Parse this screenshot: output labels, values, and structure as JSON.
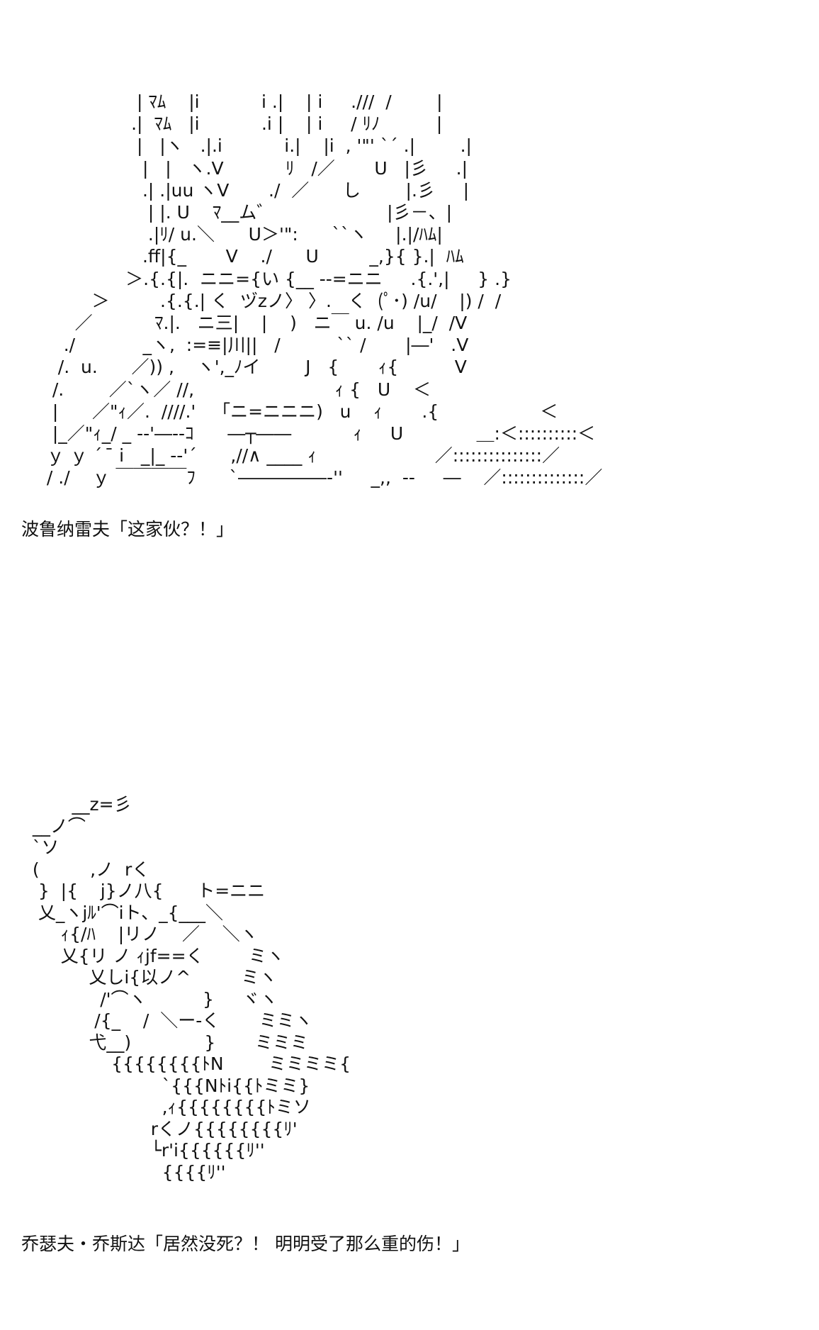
{
  "panels": [
    {
      "art": "                  | ﾏﾑ    |i           i .|    | i     .///  /        |\n                 .|  ﾏﾑ   |i           .i |    | i     / ﾘﾉ          |\n                  |   |ヽ   .|.i           i.|    |i  , '\"' `´ .|        .|\n                   |   |   ヽ.V           ﾘ   /／       U   |彡     .|\n                   .| .|uu ヽV       ./  ／      し        |.彡     |\n                    | |. U    ﾏ__ム゛                    |彡－、|\n                    .|ﾘ/ u.＼      U＞'\":      ``ヽ     |.|/ﾊﾑ|\n                   .ff|{_       V    ./      U         _,}{ }.|  ﾊﾑ\n                ＞.{.{|.  ニニ={い {__ --=ニニ     .{.',|     } .}\n          ＞         .{.{.| く  ヅzノ〉 〉.   く  (ﾟ･) /u/    |) /  /\n       ／           ﾏ.|.   ニ三|    |    )   ニ￣ u. /u    |_/  /V\n     ./            _ヽ,  :=≡|川||   /          `` /       |―'   .V\n    /.  u.      ／)) ,    ヽ',_ﾉイ        J   {       ｨ{          V\n   /.        ／`ヽ／ //,                         ｨ {   U    ＜\n   |      ／\"ｨ／.  ////.'   「ニ=ニニニ)   u    ｨ       .{                  ＜\n   |_／\"ｨ_/ _ --'―-‐ｺ      ―┬――           ｨ     U             ＿:＜::::::::::＜\n  ｙ ｙ ´  ̄ i   _|_ --'´      ,//∧ ____ ｨ                     ／:::::::::::::::／\n  / ./    ｙ ￣￣￣￣ﾌ      `―――――‐''     _,,  --     ―    ／::::::::::::::／",
      "caption": "波鲁纳雷夫「这家伙？！」"
    },
    {
      "art": "         __z=彡\n  __ノ⌒\n  `ソ\n  (         ,ノ  rく\n   }  |{    j}ノ八{      ト=ニニ\n   乂_ヽjﾙ'⌒iト、_{___＼\n       ｨ{/ﾊ    |リノ    ／    ＼ヽ\n       乂{リ ノ ｨjf==く        ミヽ\n            乂しi{以ノ^         ミヽ\n              /'⌒ヽ          }     ヾヽ\n             /{_    /  ＼ー-く       ミミヽ\n            弋__)             }       ミミミ\n                {{{{{{{{ﾄN        ミミミミ{\n                         `{{{Nﾄi{{ﾄミミ}\n                         ,ｨ{{{{{{{{ﾄミソ\n                       rくノ{{{{{{{{ﾘ'\n                       └r'i{{{{{{ﾘ''\n                         {{{{ﾘ''",
      "caption": "乔瑟夫・乔斯达「居然没死？！ 明明受了那么重的伤！」"
    }
  ]
}
